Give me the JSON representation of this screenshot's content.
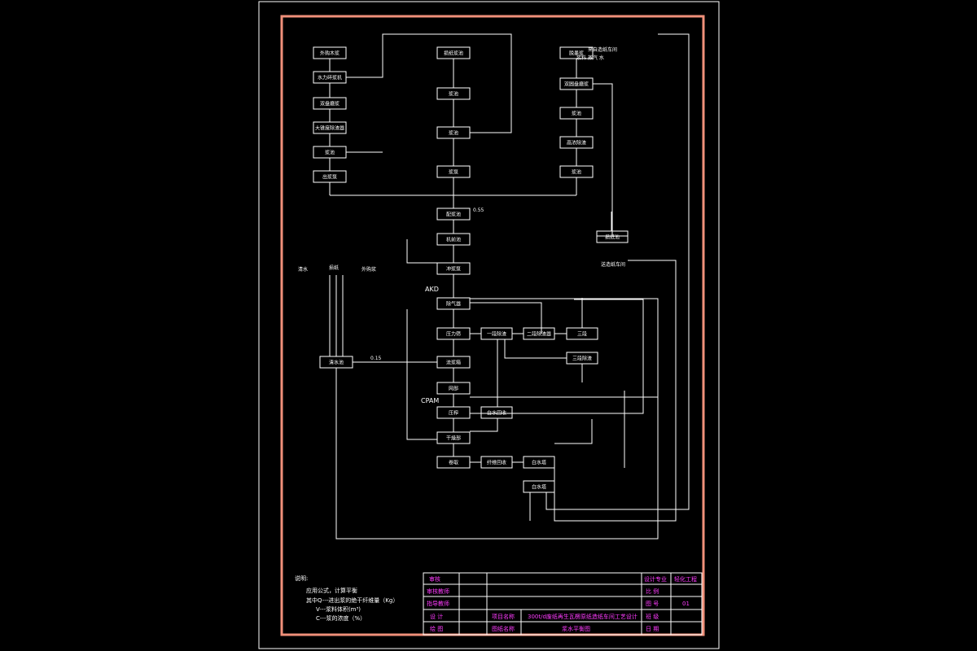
{
  "diagram": {
    "boxes": [
      {
        "id": "b_pulp_top",
        "label": "外购木浆"
      },
      {
        "id": "b_hydrapulper",
        "label": "水力碎浆机"
      },
      {
        "id": "b_refiner",
        "label": "双盘磨浆"
      },
      {
        "id": "b_chest1",
        "label": "大锥度除渣器"
      },
      {
        "id": "b_chest2",
        "label": "浆池"
      },
      {
        "id": "b_outlet1",
        "label": "出浆泵"
      },
      {
        "id": "b_broke",
        "label": "损纸浆池"
      },
      {
        "id": "b_m1",
        "label": "浆池"
      },
      {
        "id": "b_m2",
        "label": "浆池"
      },
      {
        "id": "b_m3",
        "label": "浆泵"
      },
      {
        "id": "b_right1",
        "label": "脱墨浆"
      },
      {
        "id": "b_right2",
        "label": "双圆盘磨浆"
      },
      {
        "id": "b_right3",
        "label": "浆池"
      },
      {
        "id": "b_right4",
        "label": "高浓除渣"
      },
      {
        "id": "b_right5",
        "label": "浆池"
      },
      {
        "id": "b_mix",
        "label": "配浆池"
      },
      {
        "id": "b_machine",
        "label": "机前池"
      },
      {
        "id": "b_pump",
        "label": "冲浆泵"
      },
      {
        "id": "b_fan",
        "label": "除气器"
      },
      {
        "id": "b_screen",
        "label": "压力筛"
      },
      {
        "id": "b_slice",
        "label": "流浆箱"
      },
      {
        "id": "b_wire",
        "label": "网部"
      },
      {
        "id": "b_press",
        "label": "压榨"
      },
      {
        "id": "b_dry",
        "label": "干燥部"
      },
      {
        "id": "b_reel",
        "label": "卷取"
      },
      {
        "id": "b_recycle",
        "label": "白水回收"
      },
      {
        "id": "b_save",
        "label": "纤维回收"
      },
      {
        "id": "b_clean",
        "label": "清水池"
      },
      {
        "id": "b_p1",
        "label": "一段除渣"
      },
      {
        "id": "b_p2",
        "label": "二段除渣器"
      },
      {
        "id": "b_p3",
        "label": "三段"
      },
      {
        "id": "b_p4",
        "label": "三段除渣"
      },
      {
        "id": "b_white",
        "label": "白水塔"
      },
      {
        "id": "b_settle",
        "label": "白水塔"
      },
      {
        "id": "b_broke2",
        "label": "损纸池"
      }
    ],
    "labels": {
      "top_right_note": "来自造纸车间",
      "top_right_note2": "浆料  蒸汽  水",
      "left_in1": "清水",
      "left_in2": "损纸",
      "left_in3": "外购浆",
      "akd": "AKD",
      "cpam": "CPAM",
      "to_out": "送造纸车间",
      "val_015": "0.15",
      "val_055": "0.55"
    }
  },
  "notes": {
    "heading": "说明:",
    "line1": "应用公式，计算平衡",
    "line2": "其中Q---进出浆的绝干纤维量（Kg）",
    "line3": "V---浆料体积(m³)",
    "line4": "C---浆的浓度（%）"
  },
  "title_block": {
    "r1_label": "审核",
    "r2_label": "审核教师",
    "r3_label": "指导教师",
    "r4_label": "设 计",
    "r5_label": "绘 图",
    "project_label": "项目名称",
    "drawing_label": "图纸名称",
    "project_name": "300t/d废纸再生瓦楞原纸造纸车间工艺设计",
    "drawing_name": "浆水平衡图",
    "k1": "设计专业",
    "v1": "轻化工程",
    "k2": "比 例",
    "v2": "",
    "k3": "图 号",
    "v3": "01",
    "k4": "班 级",
    "v4": "",
    "k5": "日 期",
    "v5": ""
  },
  "colors": {
    "frame": "#f0907a",
    "text": "#ffffff",
    "magenta": "#ff3cff",
    "line": "#ffffff"
  }
}
